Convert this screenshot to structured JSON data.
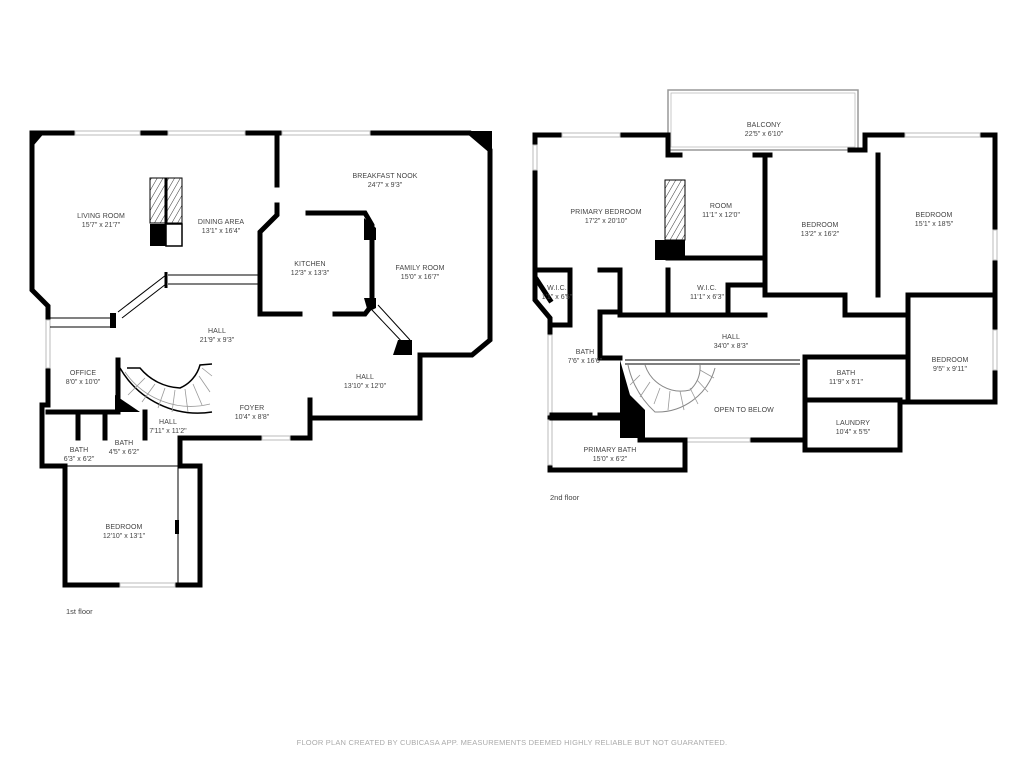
{
  "floors": [
    {
      "label": "1st floor",
      "rooms": [
        {
          "name": "LIVING ROOM",
          "dims": "15'7\" x 21'7\""
        },
        {
          "name": "DINING AREA",
          "dims": "13'1\" x 16'4\""
        },
        {
          "name": "BREAKFAST NOOK",
          "dims": "24'7\" x 9'3\""
        },
        {
          "name": "KITCHEN",
          "dims": "12'3\" x 13'3\""
        },
        {
          "name": "FAMILY ROOM",
          "dims": "15'0\" x 16'7\""
        },
        {
          "name": "HALL",
          "dims": "21'9\" x 9'3\""
        },
        {
          "name": "OFFICE",
          "dims": "8'0\" x 10'0\""
        },
        {
          "name": "HALL",
          "dims": "13'10\" x 12'0\""
        },
        {
          "name": "FOYER",
          "dims": "10'4\" x 8'8\""
        },
        {
          "name": "HALL",
          "dims": "7'11\" x 11'2\""
        },
        {
          "name": "BATH",
          "dims": "6'3\" x 6'2\""
        },
        {
          "name": "BATH",
          "dims": "4'5\" x 6'2\""
        },
        {
          "name": "BEDROOM",
          "dims": "12'10\" x 13'1\""
        }
      ]
    },
    {
      "label": "2nd floor",
      "rooms": [
        {
          "name": "BALCONY",
          "dims": "22'5\" x 6'10\""
        },
        {
          "name": "PRIMARY BEDROOM",
          "dims": "17'2\" x 20'10\""
        },
        {
          "name": "ROOM",
          "dims": "11'1\" x 12'0\""
        },
        {
          "name": "BEDROOM",
          "dims": "13'2\" x 16'2\""
        },
        {
          "name": "BEDROOM",
          "dims": "15'1\" x 18'5\""
        },
        {
          "name": "W.I.C.",
          "dims": "1'1\" x 6'5\""
        },
        {
          "name": "W.I.C.",
          "dims": "11'1\" x 6'3\""
        },
        {
          "name": "HALL",
          "dims": "34'0\" x 8'3\""
        },
        {
          "name": "BATH",
          "dims": "7'6\" x 16'6\""
        },
        {
          "name": "BEDROOM",
          "dims": "9'5\" x 9'11\""
        },
        {
          "name": "BATH",
          "dims": "11'9\" x 5'1\""
        },
        {
          "name": "OPEN TO BELOW",
          "dims": ""
        },
        {
          "name": "LAUNDRY",
          "dims": "10'4\" x 5'5\""
        },
        {
          "name": "PRIMARY BATH",
          "dims": "15'0\" x 6'2\""
        }
      ]
    }
  ],
  "footer": {
    "disclaimer": "FLOOR PLAN CREATED BY CUBICASA APP. MEASUREMENTS DEEMED HIGHLY RELIABLE BUT NOT GUARANTEED."
  },
  "colors": {
    "wall": "#000000",
    "label_text": "#444444",
    "disclaimer_text": "#aaaaaa",
    "background": "#ffffff"
  }
}
